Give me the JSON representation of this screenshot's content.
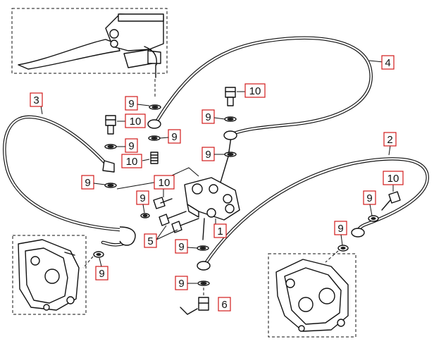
{
  "callouts": {
    "c1": "1",
    "c2": "2",
    "c3": "3",
    "c4": "4",
    "c5": "5",
    "c6": "6",
    "c9": "9",
    "c10": "10"
  },
  "colors": {
    "callout_box": "#d11a1a",
    "line": "#111111",
    "background": "#ffffff"
  }
}
